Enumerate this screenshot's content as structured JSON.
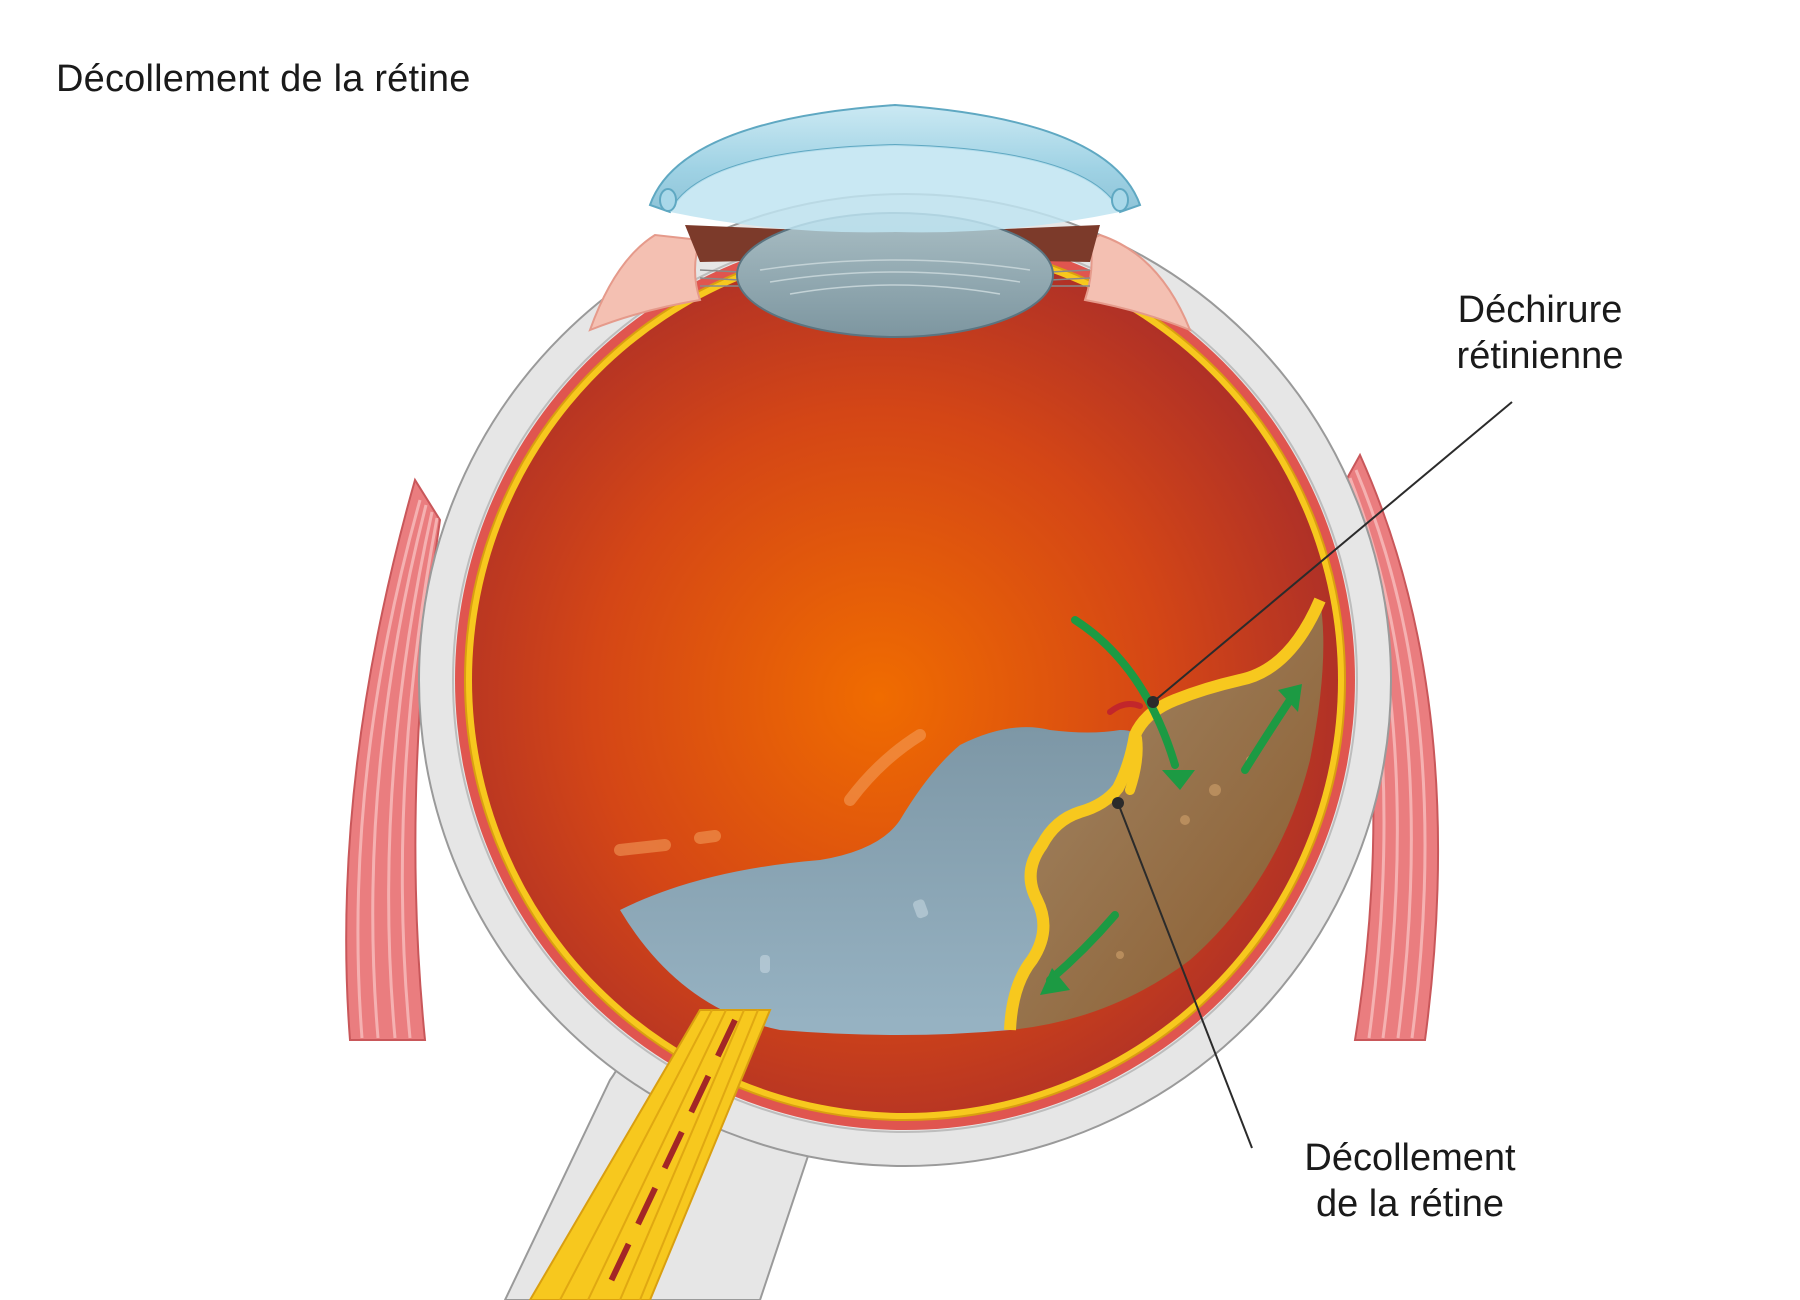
{
  "title": "Décollement de la rétine",
  "labels": {
    "retinal_tear": {
      "line1": "Déchirure",
      "line2": "rétinienne"
    },
    "retinal_detachment": {
      "line1": "Décollement",
      "line2": "de la rétine"
    }
  },
  "colors": {
    "sclera": "#e6e6e6",
    "sclera_outline": "#9a9a9a",
    "choroid": "#e0554f",
    "retina": "#f7c81e",
    "vitreous_center": "#ee6a06",
    "vitreous_edge": "#a5282a",
    "subretinal_fluid": "#9a6a37",
    "fluid_blue": "#8aa9b9",
    "cornea": "#a9d8e9",
    "lens": "#8ea6ae",
    "muscle": "#ea7d7f",
    "arrow": "#1c9a43",
    "leader_line": "#2b2b2b"
  }
}
